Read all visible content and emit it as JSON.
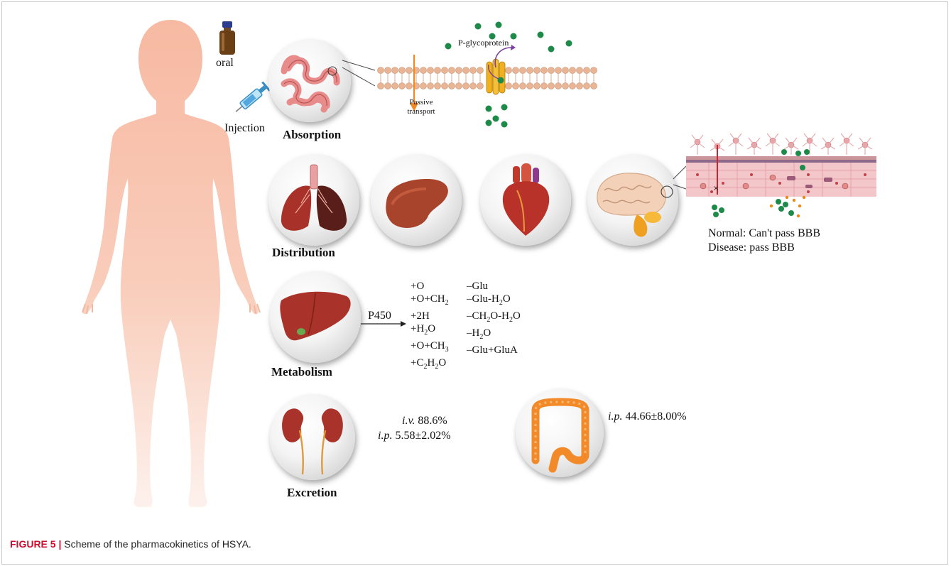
{
  "labels": {
    "oral": "oral",
    "injection": "Injection",
    "absorption": "Absorption",
    "distribution": "Distribution",
    "metabolism": "Metabolism",
    "excretion": "Excretion",
    "p_glycoprotein": "P-glycoprotein",
    "passive_line1": "Passive",
    "passive_line2": "transport",
    "p450": "P450",
    "bbb_normal": "Normal: Can't pass BBB",
    "bbb_disease": "Disease: pass BBB"
  },
  "metabolites": {
    "left": [
      "+O",
      "+O+CH2",
      "+2H",
      "+H2O",
      "+O+CH3",
      "+C2H2O"
    ],
    "right": [
      "–Glu",
      "–Glu-H2O",
      "–CH2O-H2O",
      "–H2O",
      "–Glu+GluA"
    ]
  },
  "excretion": {
    "kidney_iv_route": "i.v.",
    "kidney_iv_value": "88.6%",
    "kidney_ip_route": "i.p.",
    "kidney_ip_value": "5.58±2.02%",
    "colon_ip_route": "i.p.",
    "colon_ip_value": "44.66±8.00%"
  },
  "caption": {
    "label": "FIGURE 5 |",
    "text": " Scheme of the pharmacokinetics of HSYA."
  },
  "colors": {
    "body": "#f7c4ae",
    "membrane_head": "#e8b596",
    "drug_dot": "#1e8a4a",
    "pgp": "#f0b020",
    "organ": "#b5412c",
    "figure_label": "#c8102e"
  }
}
